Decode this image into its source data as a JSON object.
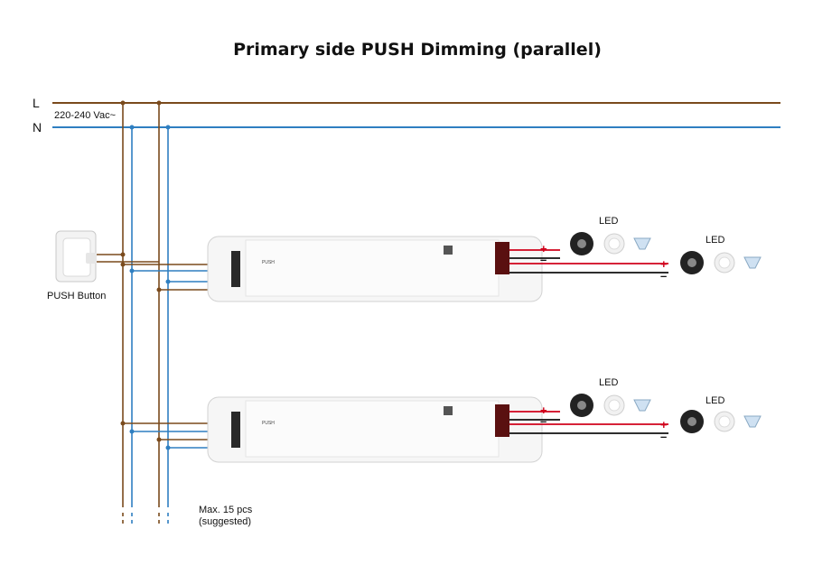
{
  "title": "Primary side PUSH Dimming (parallel)",
  "mains": {
    "line_label": "L",
    "neutral_label": "N",
    "voltage_label": "220-240 Vac~"
  },
  "push_button_label": "PUSH Button",
  "led_label": "LED",
  "max_label_line1": "Max. 15 pcs",
  "max_label_line2": "(suggested)",
  "polarity": {
    "plus": "+",
    "minus": "–"
  },
  "colors": {
    "line_brown": "#7a4a1c",
    "neutral_blue": "#2f7fc1",
    "plus_red": "#d0021b",
    "minus_black": "#111111"
  },
  "icons": [
    "led-strip-icon",
    "downlight-icon",
    "spotlight-icon"
  ]
}
